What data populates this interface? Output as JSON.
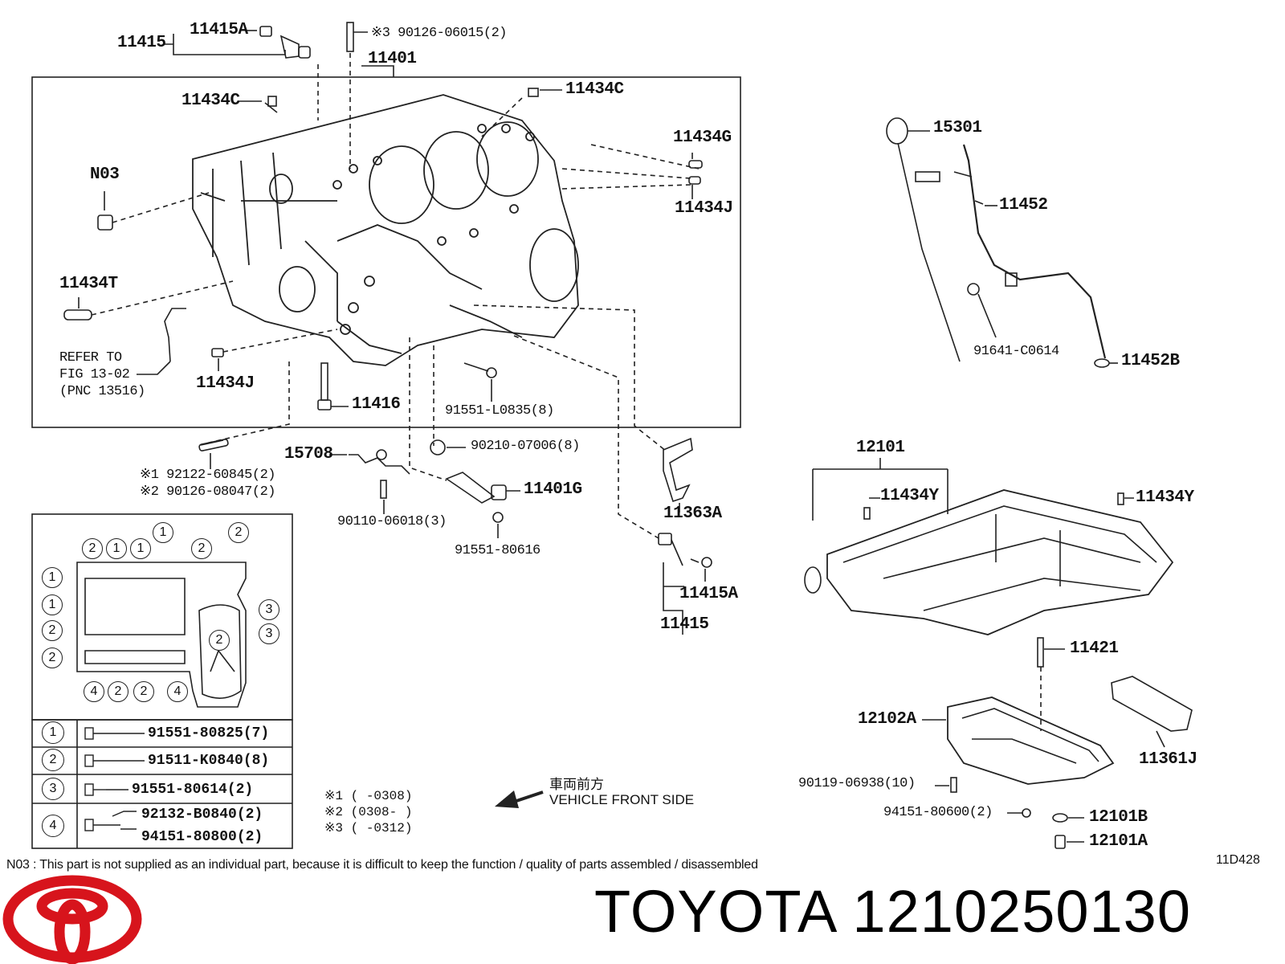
{
  "labels": {
    "p11415_top": "11415",
    "p11415a_top": "11415A",
    "p90126_06015": "※3 90126-06015(2)",
    "p11401": "11401",
    "p11434c_left": "11434C",
    "p11434c_right": "11434C",
    "p11434g": "11434G",
    "p11434j_right": "11434J",
    "n03": "N03",
    "p11434t": "11434T",
    "refer_to": "REFER TO",
    "fig_13_02": "FIG 13-02",
    "pnc": "(PNC 13516)",
    "p11434j_left": "11434J",
    "p11416": "11416",
    "p91551_l0835": "91551-L0835(8)",
    "p15301": "15301",
    "p11452": "11452",
    "p91641_c0614": "91641-C0614",
    "p11452b": "11452B",
    "p92122_60845": "※1 92122-60845(2)",
    "p90126_08047": "※2 90126-08047(2)",
    "p15708": "15708",
    "p90210_07006": "90210-07006(8)",
    "p11401g": "11401G",
    "p90110_06018": "90110-06018(3)",
    "p91551_80616": "91551-80616",
    "p11363a": "11363A",
    "p11415a_bottom": "11415A",
    "p11415_bottom": "11415",
    "p12101": "12101",
    "p11434y_left": "11434Y",
    "p11434y_right": "11434Y",
    "p11421": "11421",
    "p12102a": "12102A",
    "p11361j": "11361J",
    "p90119_06938": "90119-06938(10)",
    "p94151_80600": "94151-80600(2)",
    "p12101b": "12101B",
    "p12101a": "12101A"
  },
  "bolt_table": [
    {
      "num": "1",
      "part": "91551-80825(7)"
    },
    {
      "num": "2",
      "part": "91511-K0840(8)"
    },
    {
      "num": "3",
      "part": "91551-80614(2)"
    },
    {
      "num": "4",
      "part_a": "92132-B0840(2)",
      "part_b": "94151-80800(2)"
    }
  ],
  "pattern_circles": [
    "2",
    "1",
    "1",
    "1",
    "2",
    "2",
    "1",
    "1",
    "2",
    "2",
    "3",
    "3",
    "2",
    "4",
    "2",
    "2",
    "4"
  ],
  "legend": [
    "※1 (      -0308)",
    "※2 (0308-      )",
    "※3 (      -0312)"
  ],
  "front_side": {
    "jp": "車両前方",
    "en": "VEHICLE FRONT SIDE"
  },
  "note": "N03 : This part is not supplied as an individual part, because it is difficult to keep the function / quality of parts  assembled / disassembled",
  "figure_code": "11D428",
  "brand": {
    "name": "TOYOTA",
    "part_number": "1210250130",
    "logo_color": "#d7141c"
  }
}
